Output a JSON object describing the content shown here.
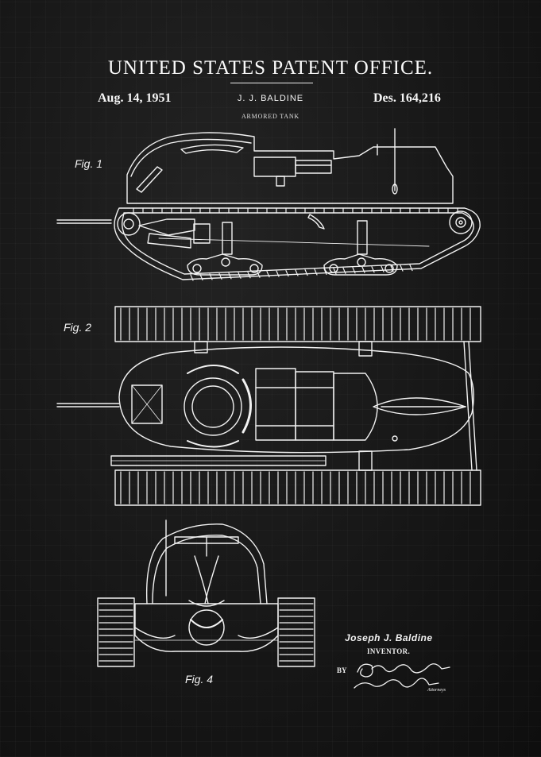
{
  "header": {
    "office": "UNITED STATES PATENT OFFICE.",
    "date": "Aug. 14, 1951",
    "inventor": "J. J. BALDINE",
    "patent_number": "Des. 164,216",
    "subject": "ARMORED TANK"
  },
  "figures": {
    "fig1": "Fig. 1",
    "fig2": "Fig. 2",
    "fig4": "Fig. 4"
  },
  "signature": {
    "inventor_name": "Joseph J. Baldine",
    "inventor_role": "INVENTOR.",
    "by": "BY",
    "attorney_role": "Attorneys"
  },
  "colors": {
    "background": "#141414",
    "ink": "#f2f2f2"
  }
}
